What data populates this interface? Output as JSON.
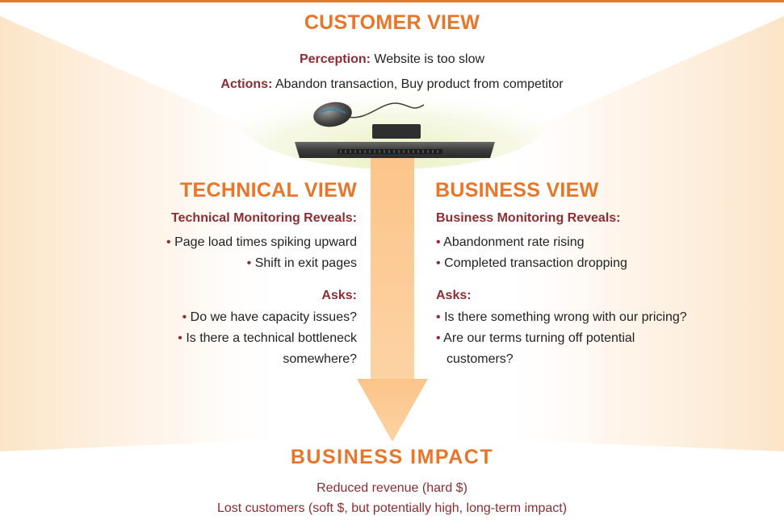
{
  "customer_view": {
    "title": "CUSTOMER VIEW",
    "perception_label": "Perception:",
    "perception_text": " Website is too slow",
    "actions_label": "Actions:",
    "actions_text": " Abandon transaction, Buy product from competitor"
  },
  "technical_view": {
    "title": "TECHNICAL VIEW",
    "monitoring_heading": "Technical Monitoring Reveals:",
    "reveals": [
      "Page load times spiking upward",
      "Shift in exit pages"
    ],
    "asks_heading": "Asks:",
    "asks": [
      {
        "line1": "Do we have capacity issues?",
        "line2": ""
      },
      {
        "line1": "Is there a technical bottleneck",
        "line2": "somewhere?"
      }
    ]
  },
  "business_view": {
    "title": "BUSINESS VIEW",
    "monitoring_heading": "Business Monitoring Reveals:",
    "reveals": [
      "Abandonment rate rising",
      "Completed transaction dropping"
    ],
    "asks_heading": "Asks:",
    "asks": [
      {
        "line1": "Is there something wrong with our pricing?",
        "line2": ""
      },
      {
        "line1": "Are our terms turning off potential",
        "line2": "customers?"
      }
    ]
  },
  "business_impact": {
    "title": "BUSINESS IMPACT",
    "lines": [
      "Reduced revenue (hard $)",
      "Lost customers (soft $, but potentially high, long-term impact)"
    ]
  },
  "colors": {
    "heading_orange": "#e8762a",
    "label_maroon": "#8b2d33",
    "arrow_peach": "#fcc88c",
    "glow_yellow": "#eef2c8"
  },
  "icons": {
    "mouse": "computer-mouse-icon",
    "monitor": "monitor-top-icon"
  }
}
